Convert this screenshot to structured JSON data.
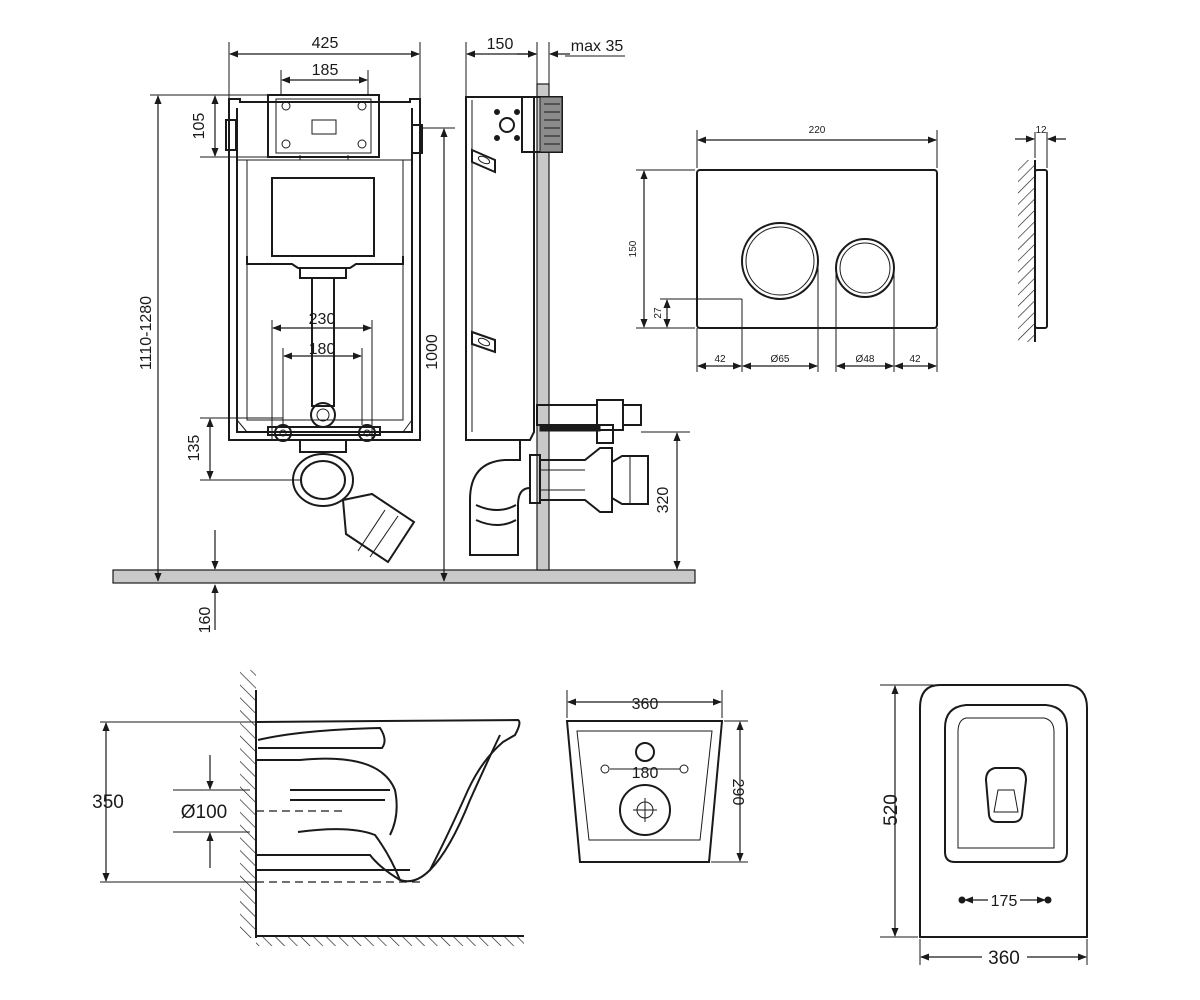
{
  "frame_front": {
    "width": "425",
    "bracket_width": "185",
    "top_bracket_height": "105",
    "total_height": "1110-1280",
    "frame_height": "1000",
    "bolt_spacing_outer": "230",
    "bolt_spacing_inner": "180",
    "outlet_height": "135",
    "floor_offset": "160"
  },
  "frame_side": {
    "depth": "150",
    "button_projection": "max 35",
    "inlet_height": "320"
  },
  "flush_plate": {
    "width": "220",
    "height": "150",
    "bottom_offset": "27",
    "left_margin": "42",
    "large_button": "Ø65",
    "small_button": "Ø48",
    "right_margin": "42",
    "thickness": "12"
  },
  "bowl_side": {
    "height": "350",
    "outlet_diameter": "Ø100"
  },
  "bowl_back": {
    "width": "360",
    "height": "290",
    "bolt_spacing": "180"
  },
  "bowl_top": {
    "length": "520",
    "width": "360",
    "seat_bolt_spacing": "175"
  }
}
